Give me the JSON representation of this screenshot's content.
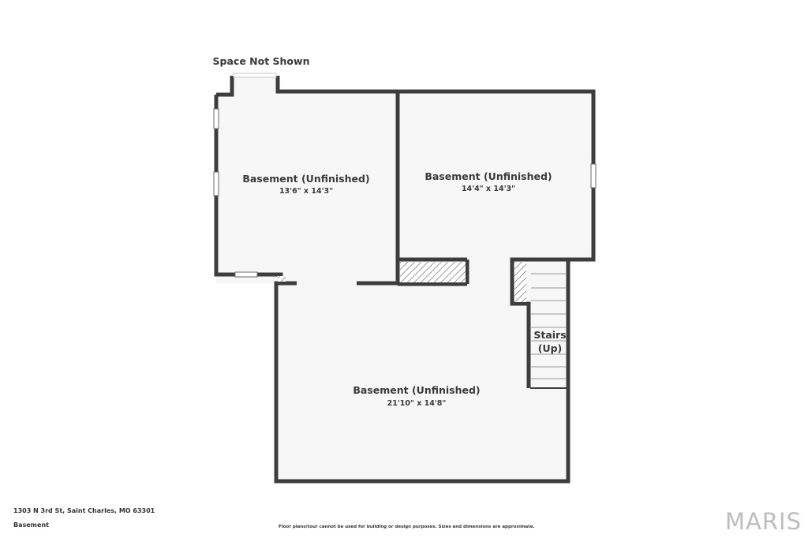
{
  "plan": {
    "space_note": "Space Not Shown",
    "rooms": [
      {
        "name": "Basement (Unfinished)",
        "dims": "13'6\" x 14'3\""
      },
      {
        "name": "Basement (Unfinished)",
        "dims": "14'4\" x 14'3\""
      },
      {
        "name": "Basement (Unfinished)",
        "dims": "21'10\" x 14'8\""
      }
    ],
    "stairs": {
      "line1": "Stairs",
      "line2": "(Up)"
    }
  },
  "footer": {
    "address": "1303 N 3rd St, Saint Charles, MO 63301",
    "level": "Basement",
    "disclaimer": "Floor plans/tour cannot be used for building or design purposes. Sizes and dimensions are approximate.",
    "brand": "MARIS"
  },
  "colors": {
    "wall": "#3d3d3d",
    "floor": "#f7f7f7",
    "text": "#3a3a3a",
    "brand": "#bdbdbd"
  }
}
